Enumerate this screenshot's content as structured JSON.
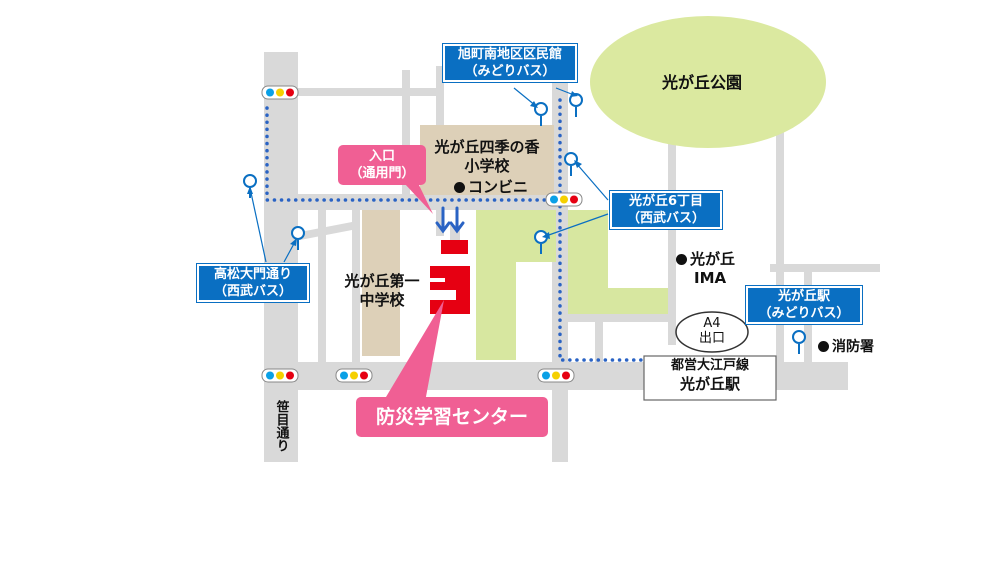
{
  "places": {
    "park": "光が丘公園",
    "elementary_school_l1": "光が丘四季の香",
    "elementary_school_l2": "小学校",
    "middle_school_l1": "光が丘第一",
    "middle_school_l2": "中学校",
    "convenience_store": "コンビニ",
    "ima_l1": "光が丘",
    "ima_l2": "IMA",
    "fire_station": "消防署",
    "station_line": "都営大江戸線",
    "station_name": "光が丘駅",
    "exit_l1": "A4",
    "exit_l2": "出口",
    "street": "笹目通り"
  },
  "bus_stops": {
    "asahicho_l1": "旭町南地区区民館",
    "asahicho_l2": "（みどりバス）",
    "hikarigaoka6_l1": "光が丘6丁目",
    "hikarigaoka6_l2": "（西武バス）",
    "takamatsu_l1": "高松大門通り",
    "takamatsu_l2": "（西武バス）",
    "station_stop_l1": "光が丘駅",
    "station_stop_l2": "（みどりバス）"
  },
  "callouts": {
    "entrance_l1": "入口",
    "entrance_l2": "（通用門）",
    "center": "防災学習センター"
  },
  "colors": {
    "road": "#d9d9d9",
    "building": "#ddd0b8",
    "green_area": "#d7e7a0",
    "park": "#dbe9a0",
    "bus_label": "#0a6fc2",
    "callout": "#f05f94",
    "target_building": "#e60012",
    "walking_route": "#2a63c4"
  }
}
